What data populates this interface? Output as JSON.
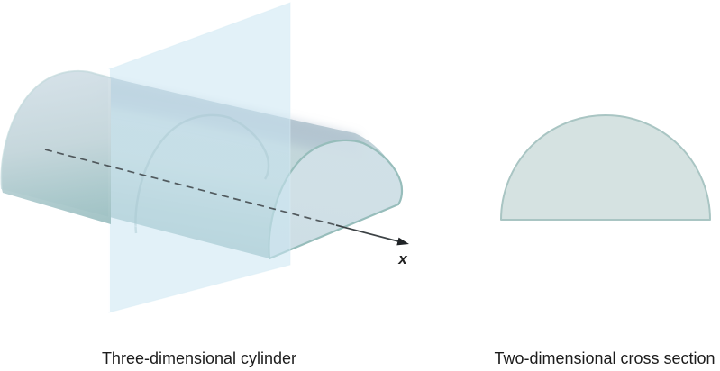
{
  "figure": {
    "axis_label": "x",
    "left_caption": "Three-dimensional cylinder",
    "right_caption": "Two-dimensional cross section"
  },
  "colors": {
    "background": "#ffffff",
    "cutting_plane_fill": "#cbe6f3",
    "cylinder_teal": "#9dbfc1",
    "cylinder_gray_sheen": "#9eb0c3",
    "cylinder_rim_stroke": "#97bdbb",
    "semicircle_fill": "#d5e2e1",
    "semicircle_stroke": "#a9c5c3",
    "axis_color": "#3d4346",
    "caption_color": "#1c1c1c"
  }
}
